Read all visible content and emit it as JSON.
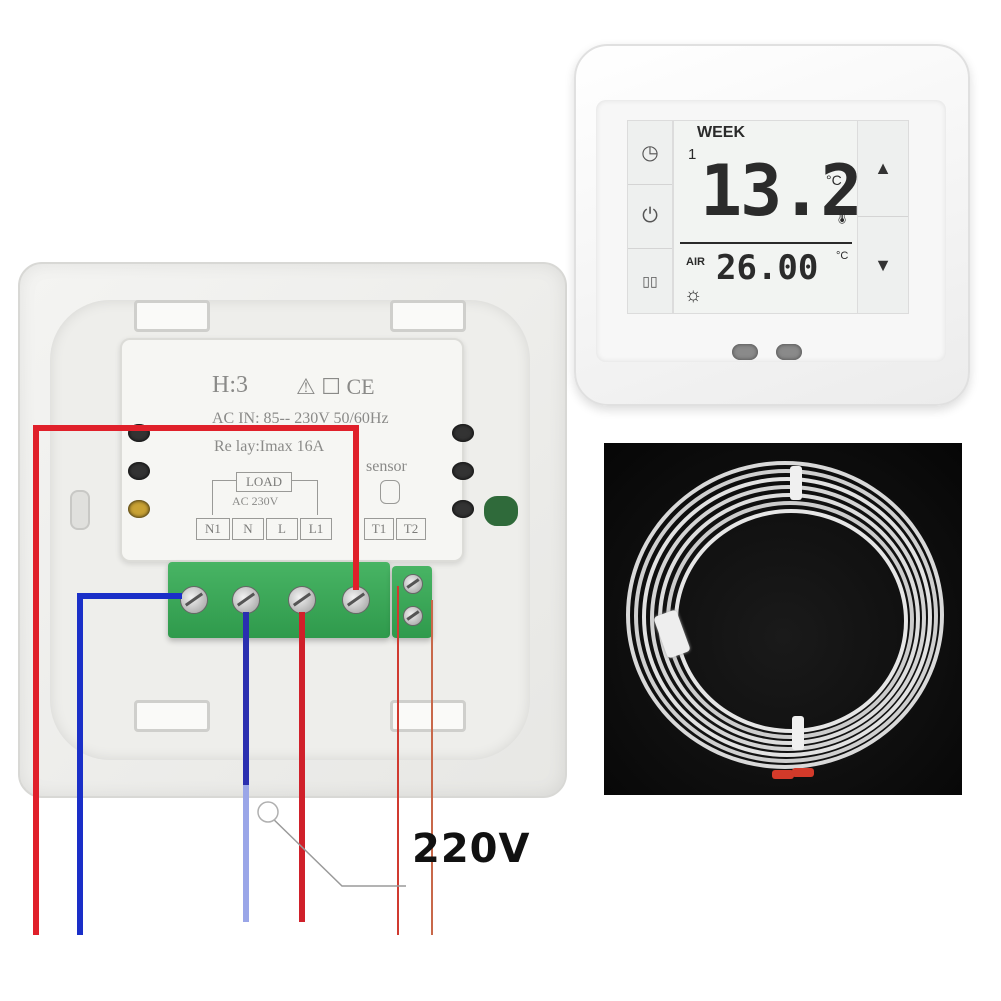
{
  "module": {
    "model": "H:3",
    "warning_symbols": "⚠ ☐ CE",
    "ac_in": "AC  IN: 85-- 230V  50/60Hz",
    "relay": "Re lay:Imax 16A",
    "load_title": "LOAD",
    "load_voltage": "AC 230V",
    "sensor_title": "sensor",
    "terminals": [
      "N1",
      "N",
      "L",
      "L1",
      "T1",
      "T2"
    ]
  },
  "thermostat": {
    "week_label": "WEEK",
    "day_number": "1",
    "set_temp": "13.2",
    "temp_unit": "°C",
    "air_label": "AIR",
    "air_temp": "26.00",
    "icons": {
      "clock": "clock-icon",
      "power": "power-icon",
      "book": "book-icon",
      "sun": "sun-icon",
      "thermometer": "thermometer-icon",
      "up": "up-arrow-icon",
      "down": "down-arrow-icon"
    },
    "glyphs": {
      "clock": "◷",
      "power": "⏻",
      "book": "▯▯",
      "sun": "☼",
      "thermometer": "🌡",
      "up": "▲",
      "down": "▼"
    }
  },
  "wiring_label": "220V",
  "colors": {
    "wire_red": "#e0202a",
    "wire_blue": "#1a2fc8",
    "terminal_green": "#3aa858"
  }
}
